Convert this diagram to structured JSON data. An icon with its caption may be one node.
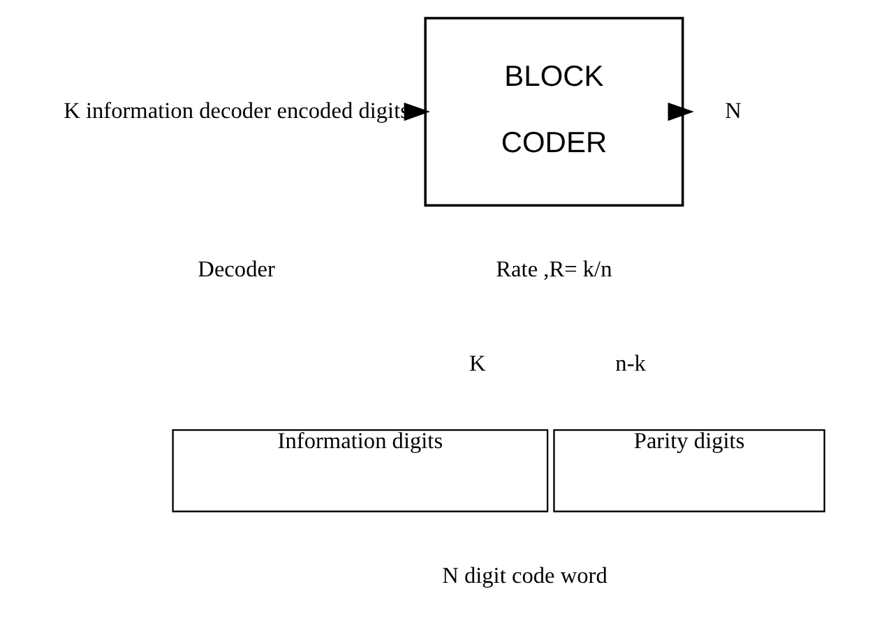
{
  "diagram": {
    "nodes": [
      {
        "text": [
          "K information decoder encoded digits"
        ]
      },
      {
        "text": [
          "BLOCK",
          "CODER"
        ]
      },
      {
        "text": [
          "N"
        ]
      },
      {
        "text": [
          "Information digits"
        ]
      },
      {
        "text": [
          "Parity digits"
        ]
      }
    ],
    "edges": [
      {
        "from": 0,
        "to": 1,
        "arrow": "to"
      },
      {
        "from": 1,
        "to": 2,
        "arrow": "to"
      }
    ],
    "labels": [
      "Decoder",
      "Rate ,R= k/n",
      "K",
      "n-k",
      "N digit code word"
    ]
  }
}
